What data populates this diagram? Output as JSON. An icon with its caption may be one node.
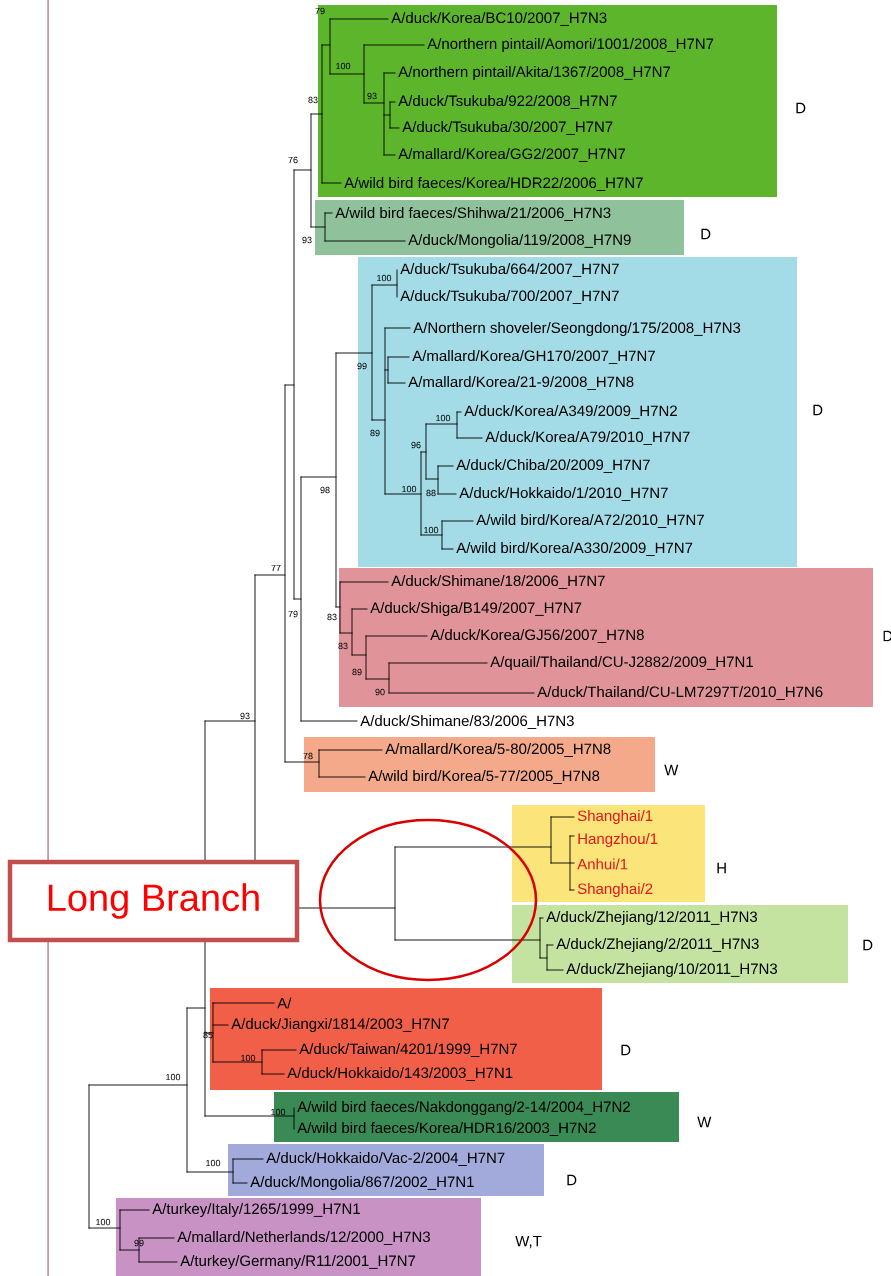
{
  "diagram": {
    "nodes": [
      {
        "text": [
          "A/duck/Korea/BC10/2007_H7N3",
          "A/northern pintail/Aomori/1001/2008_H7N7",
          "A/northern pintail/Akita/1367/2008_H7N7",
          "A/duck/Tsukuba/922/2008_H7N7",
          "A/duck/Tsukuba/30/2007_H7N7",
          "A/mallard/Korea/GG2/2007_H7N7",
          "A/wild bird faeces/Korea/HDR22/2006_H7N7"
        ],
        "beside": [
          "D"
        ]
      },
      {
        "text": [
          "A/wild bird faeces/Shihwa/21/2006_H7N3",
          "A/duck/Mongolia/119/2008_H7N9"
        ],
        "beside": [
          "D"
        ]
      },
      {
        "text": [
          "A/duck/Tsukuba/664/2007_H7N7",
          "A/duck/Tsukuba/700/2007_H7N7",
          "A/Northern shoveler/Seongdong/175/2008_H7N3",
          "A/mallard/Korea/GH170/2007_H7N7",
          "A/mallard/Korea/21-9/2008_H7N8",
          "A/duck/Korea/A349/2009_H7N2",
          "A/duck/Korea/A79/2010_H7N7",
          "A/duck/Chiba/20/2009_H7N7",
          "A/duck/Hokkaido/1/2010_H7N7",
          "A/wild bird/Korea/A72/2010_H7N7",
          "A/wild bird/Korea/A330/2009_H7N7"
        ],
        "beside": [
          "D"
        ]
      },
      {
        "text": [
          "A/duck/Shimane/18/2006_H7N7",
          "A/duck/Shiga/B149/2007_H7N7",
          "A/duck/Korea/GJ56/2007_H7N8",
          "A/quail/Thailand/CU-J2882/2009_H7N1",
          "A/duck/Thailand/CU-LM7297T/2010_H7N6"
        ],
        "beside": [
          "D"
        ]
      },
      {
        "text": [
          "A/mallard/Korea/5-80/2005_H7N8",
          "A/wild bird/Korea/5-77/2005_H7N8"
        ],
        "beside": [
          "W"
        ]
      },
      {
        "text": [
          "Shanghai/1",
          "Hangzhou/1",
          "Anhui/1",
          "Shanghai/2"
        ],
        "beside": [
          "H"
        ]
      },
      {
        "text": [
          "A/duck/Zhejiang/12/2011_H7N3",
          "A/duck/Zhejiang/2/2011_H7N3",
          "A/duck/Zhejiang/10/2011_H7N3"
        ],
        "beside": [
          "D"
        ]
      },
      {
        "text": [
          "A/",
          "A/duck/Jiangxi/1814/2003_H7N7",
          "A/duck/Taiwan/4201/1999_H7N7",
          "A/duck/Hokkaido/143/2003_H7N1"
        ],
        "beside": [
          "D"
        ]
      },
      {
        "text": [
          "A/wild bird faeces/Nakdonggang/2-14/2004_H7N2",
          "A/wild bird faeces/Korea/HDR16/2003_H7N2"
        ],
        "beside": [
          "W"
        ]
      },
      {
        "text": [
          "A/duck/Hokkaido/Vac-2/2004_H7N7",
          "A/duck/Mongolia/867/2002_H7N1"
        ],
        "beside": [
          "D"
        ]
      },
      {
        "text": [
          "A/turkey/Italy/1265/1999_H7N1",
          "A/mallard/Netherlands/12/2000_H7N3",
          "A/turkey/Germany/R11/2001_H7N7"
        ],
        "beside": [
          "W,T"
        ]
      },
      {
        "text": [
          "Long Branch"
        ]
      }
    ],
    "labels": [
      "79",
      "100",
      "93",
      "83",
      "76",
      "93",
      "100",
      "99",
      "100",
      "89",
      "96",
      "98",
      "100",
      "88",
      "100",
      "77",
      "79",
      "83",
      "83",
      "89",
      "90",
      "93",
      "A/duck/Shimane/83/2006_H7N3",
      "78",
      "85",
      "100",
      "100",
      "100",
      "100",
      "100",
      "99"
    ]
  }
}
